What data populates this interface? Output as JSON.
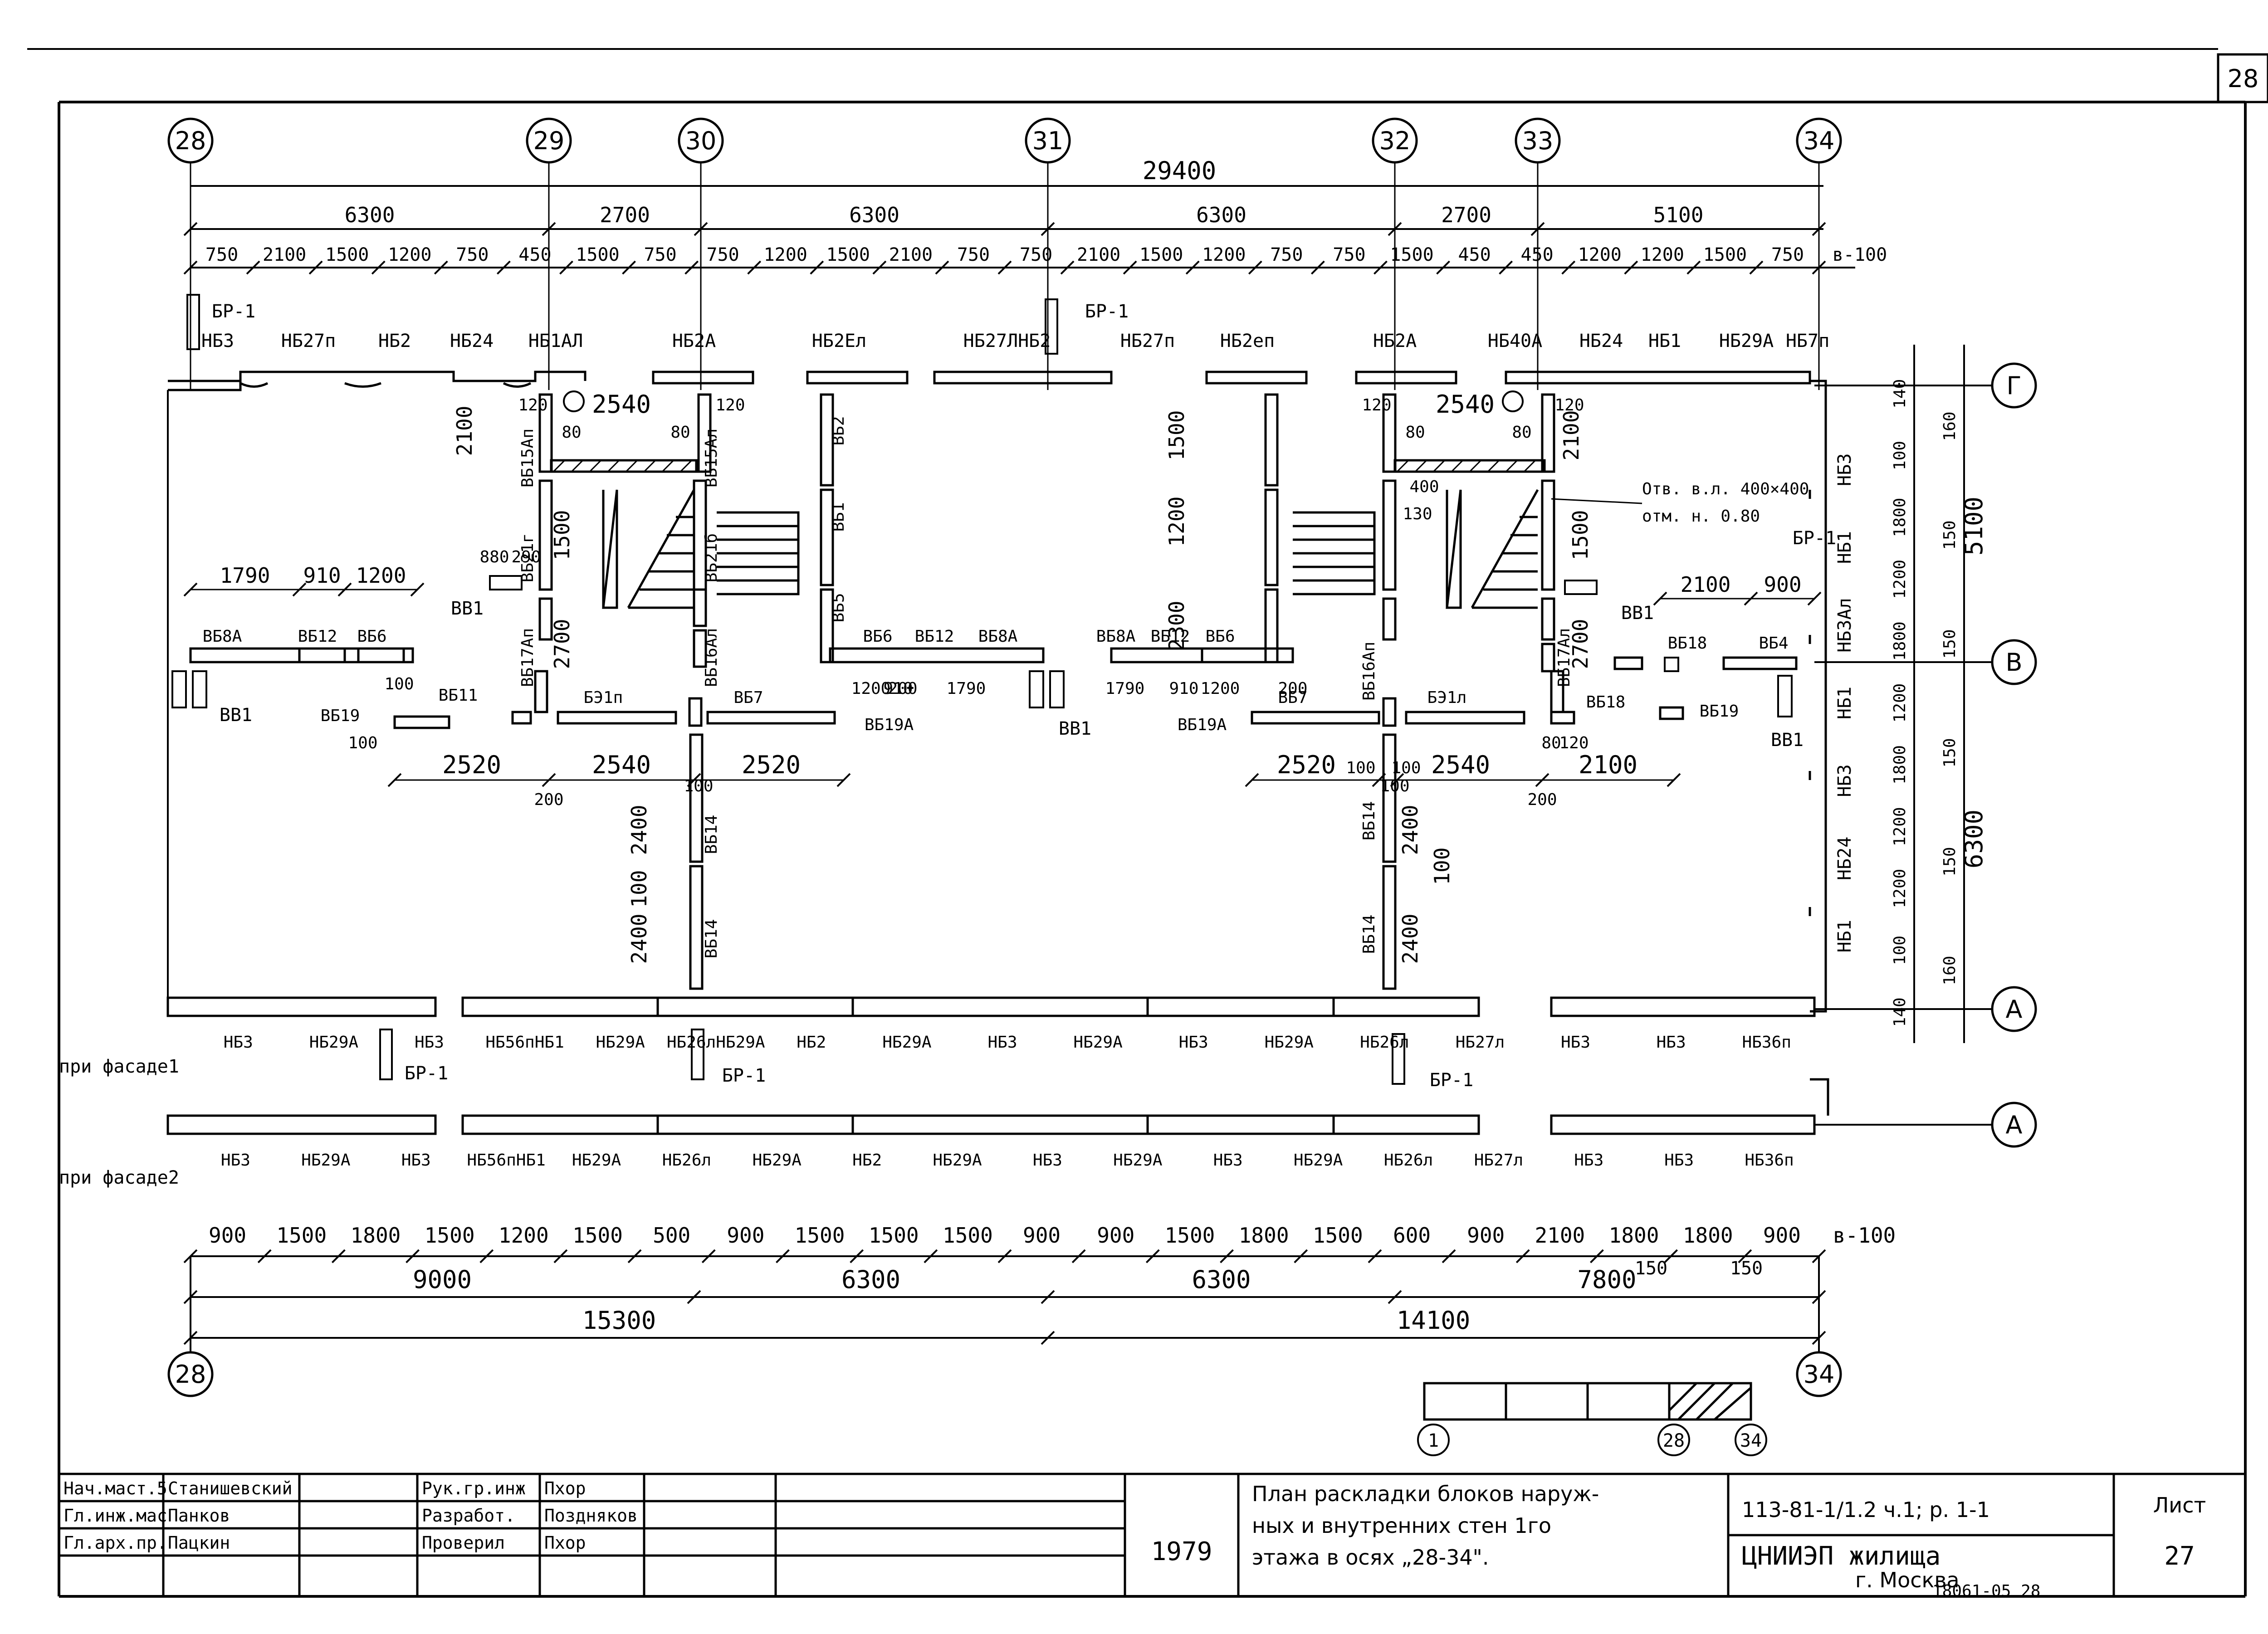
{
  "sheet_corner_number": "28",
  "axes_top": [
    "28",
    "29",
    "30",
    "31",
    "32",
    "33",
    "34"
  ],
  "axes_right": [
    "Г",
    "В",
    "А",
    "А"
  ],
  "axes_bottom": [
    "28",
    "34"
  ],
  "key_plan_axes": [
    "1",
    "28",
    "34"
  ],
  "dims": {
    "total_top": "29400",
    "top_row1": [
      "6300",
      "2700",
      "6300",
      "6300",
      "2700",
      "5100"
    ],
    "top_row2": [
      "750",
      "2100",
      "1500",
      "1200",
      "750",
      "450",
      "1500",
      "750",
      "750",
      "1200",
      "1500",
      "2100",
      "750",
      "750",
      "2100",
      "1500",
      "1200",
      "750",
      "750",
      "1500",
      "450",
      "450",
      "1200",
      "1200",
      "1500",
      "750",
      "в-100"
    ],
    "bottom_row1": [
      "900",
      "1500",
      "1800",
      "1500",
      "1200",
      "1500",
      "500",
      "900",
      "1500",
      "1500",
      "1500",
      "900",
      "900",
      "1500",
      "1800",
      "1500",
      "600",
      "900",
      "2100",
      "1800",
      "1800",
      "900",
      "в-100"
    ],
    "bottom_row2": [
      "9000",
      "6300",
      "6300",
      "7800"
    ],
    "bottom_row3": [
      "15300",
      "14100"
    ],
    "bottom_small": [
      "150",
      "150"
    ],
    "right_col1": [
      "140",
      "100",
      "1800",
      "1200",
      "1800",
      "1200",
      "1800",
      "1200",
      "1200",
      "100",
      "140"
    ],
    "right_col2": [
      "160",
      "150",
      "150",
      "150",
      "150",
      "160"
    ],
    "right_total": [
      "5100",
      "6300"
    ],
    "inner_a": [
      "1790",
      "910",
      "1200"
    ],
    "inner_b": [
      "2100",
      "900"
    ],
    "inner_row_w": [
      "2520",
      "2540",
      "2520"
    ],
    "inner_row_e": [
      "2520",
      "100",
      "100",
      "2540",
      "2100"
    ],
    "inner_small": [
      "200",
      "200",
      "100",
      "100",
      "100",
      "100",
      "80",
      "120",
      "880",
      "290",
      "200",
      "1200",
      "910",
      "1790",
      "1790",
      "910",
      "1200",
      "200"
    ],
    "vert_left": [
      "2100",
      "1500",
      "2700",
      "2400",
      "100",
      "2400"
    ],
    "vert_mid": [
      "1500",
      "1200",
      "2300"
    ],
    "vert_right": [
      "2100",
      "1500",
      "2700",
      "2400",
      "100",
      "2400"
    ],
    "stair": [
      "2540",
      "2540",
      "120",
      "120",
      "80",
      "80",
      "120",
      "120",
      "80",
      "80",
      "400",
      "130"
    ],
    "note": "Отв. в.л. 400×400",
    "note2": "отм. н. 0.80"
  },
  "blocks_top": [
    "НБ3",
    "НБ27п",
    "НБ2",
    "НБ24",
    "НБ1АЛ",
    "НБ2А",
    "НБ2Ел",
    "НБ27ЛНБ2",
    "НБ27п",
    "НБ2еп",
    "НБ2А",
    "НБ40А",
    "НБ24",
    "НБ1",
    "НБ29А",
    "НБ7п"
  ],
  "blocks_bottom1": [
    "НБ3",
    "НБ29А",
    "НБ3",
    "НБ56пНБ1",
    "НБ29А",
    "НБ26лНБ29А",
    "НБ2",
    "НБ29А",
    "НБ3",
    "НБ29А",
    "НБ3",
    "НБ29А",
    "НБ26л",
    "НБ27л",
    "НБ3",
    "НБ3",
    "НБ36п"
  ],
  "blocks_bottom2": [
    "НБ3",
    "НБ29А",
    "НБ3",
    "НБ56пНБ1",
    "НБ29А",
    "НБ26л",
    "НБ29А",
    "НБ2",
    "НБ29А",
    "НБ3",
    "НБ29А",
    "НБ3",
    "НБ29А",
    "НБ26л",
    "НБ27л",
    "НБ3",
    "НБ3",
    "НБ36п"
  ],
  "blocks_right": [
    "НБ3",
    "НБ1",
    "НБ3Ал",
    "НБ1",
    "НБ3",
    "НБ24",
    "НБ1"
  ],
  "blocks_inner": [
    "ВБ8А",
    "ВБ12",
    "ВБ6",
    "ВБ6",
    "ВБ12",
    "ВБ8А",
    "ВБ8А",
    "ВБ12",
    "ВБ6",
    "ВБ18",
    "ВБ4",
    "ВБ11",
    "БЭ1п",
    "ВБ7",
    "ВБ7",
    "БЭ1л",
    "ВБ18",
    "ВБ19",
    "ВБ19",
    "ВБ19А",
    "ВБ19А",
    "ВБ15Ап",
    "ВБ15Ал",
    "ВБ21г",
    "ВБ21б",
    "ВБ17Ап",
    "ВБ16Ал",
    "ВБ2",
    "ВБ1",
    "ВБ5",
    "ВБ14",
    "ВБ14",
    "ВБ16Ап",
    "ВБ17Ал",
    "ВБ14",
    "ВБ14"
  ],
  "lintels": [
    "ВВ1",
    "ВВ1",
    "ВВ1",
    "ВВ1",
    "ВВ1"
  ],
  "br": [
    "БР-1",
    "БР-1",
    "БР-1",
    "БР-1",
    "БР-1",
    "БР-1"
  ],
  "facade_labels": [
    "при фасаде1",
    "при фасаде2"
  ],
  "title_block": {
    "roles": [
      "Нач.маст.5",
      "Гл.инж.мас",
      "Гл.арх.пр."
    ],
    "names": [
      "Станишевский",
      "Панков",
      "Пацкин"
    ],
    "roles2": [
      "Рук.гр.инж",
      "Разработ.",
      "Проверил"
    ],
    "names2": [
      "Пхор",
      "Поздняков",
      "Пхор"
    ],
    "year": "1979",
    "title_l1": "План раскладки блоков наруж-",
    "title_l2": "ных и внутренних стен 1го",
    "title_l3": "этажа в осях „28-34\".",
    "code": "113-81-1/1.2 ч.1; р. 1-1",
    "org": "ЦНИИЭП жилища",
    "city": "г. Москва",
    "sheet_label": "Лист",
    "sheet_no": "27",
    "bottom_stamp": "18061-05    28"
  }
}
